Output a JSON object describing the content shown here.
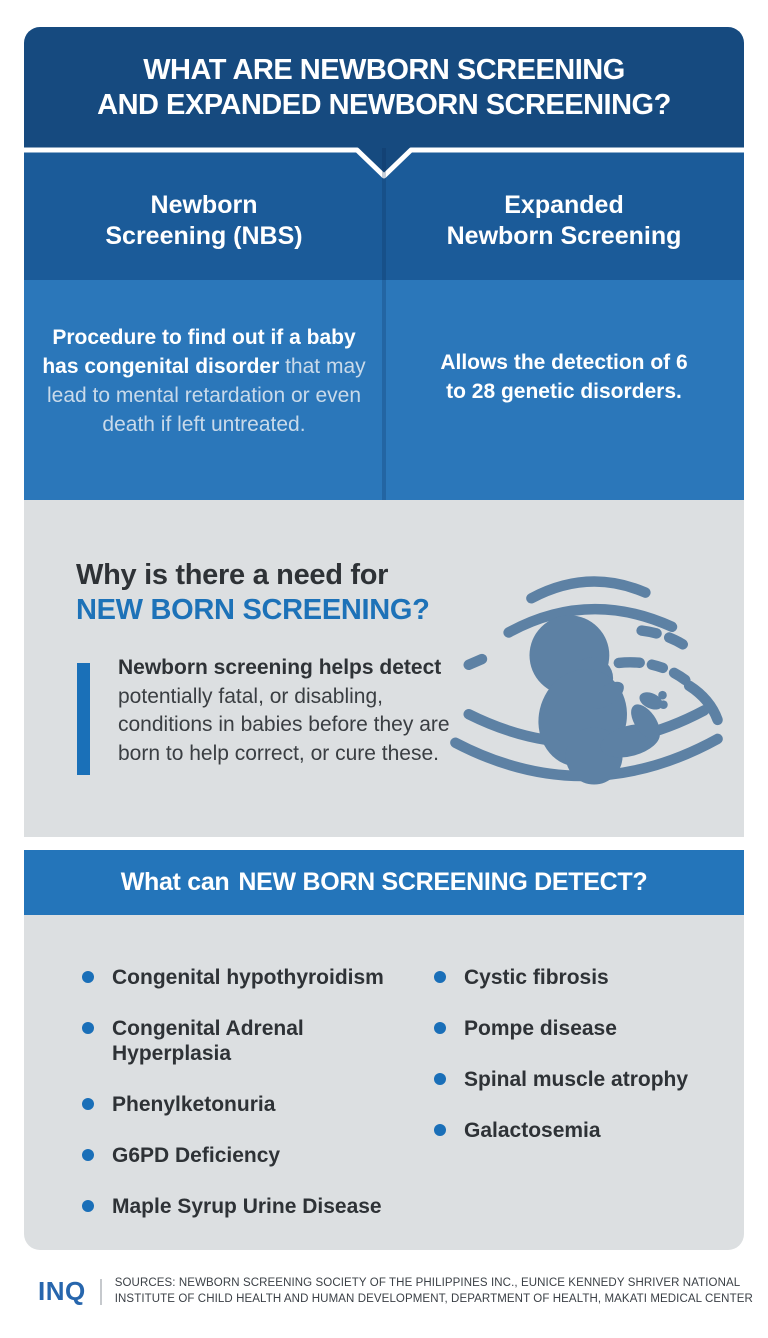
{
  "colors": {
    "header_dark_blue": "#164a7f",
    "column_title_blue": "#1b5b99",
    "column_desc_blue": "#2b77ba",
    "banner_blue": "#2475ba",
    "accent_blue": "#1d72b8",
    "bullet_blue": "#1a6fb8",
    "panel_gray": "#dcdfe1",
    "dark_text": "#2e3236",
    "icon_slate_blue": "#5d81a4",
    "inq_logo_blue": "#2766ad"
  },
  "header": {
    "title_line1": "WHAT ARE NEWBORN SCREENING",
    "title_line2": "AND EXPANDED NEWBORN SCREENING?"
  },
  "comparison": {
    "left": {
      "title_line1": "Newborn",
      "title_line2": "Screening (NBS)",
      "desc_bold": "Procedure to find out if a baby has congenital disorder",
      "desc_rest": "that may lead to mental retardation or even death if left untreated."
    },
    "right": {
      "title_line1": "Expanded",
      "title_line2": "Newborn Screening",
      "desc_bold": "Allows the detection of 6 to 28 genetic disorders."
    }
  },
  "why_section": {
    "heading_line1": "Why is there a need for",
    "heading_line2": "NEW BORN SCREENING?",
    "body_bold": "Newborn screening helps detect",
    "body_rest": "potentially fatal, or disabling, conditions in babies before they are born to help correct, or cure these.",
    "icon": "fetus-ultrasound-icon"
  },
  "detect_section": {
    "heading_prefix": "What can",
    "heading_emphasis": "NEW BORN SCREENING DETECT?",
    "columns": [
      {
        "items": [
          "Congenital hypothyroidism",
          "Congenital Adrenal Hyperplasia",
          "Phenylketonuria",
          "G6PD Deficiency",
          "Maple Syrup Urine Disease"
        ]
      },
      {
        "items": [
          "Cystic fibrosis",
          "Pompe disease",
          "Spinal muscle atrophy",
          "Galactosemia"
        ]
      }
    ]
  },
  "footer": {
    "logo": "INQ",
    "sources_line1": "SOURCES: NEWBORN SCREENING SOCIETY OF THE PHILIPPINES INC., EUNICE KENNEDY SHRIVER NATIONAL",
    "sources_line2": "INSTITUTE OF CHILD HEALTH AND HUMAN DEVELOPMENT, DEPARTMENT OF HEALTH, MAKATI MEDICAL CENTER"
  }
}
